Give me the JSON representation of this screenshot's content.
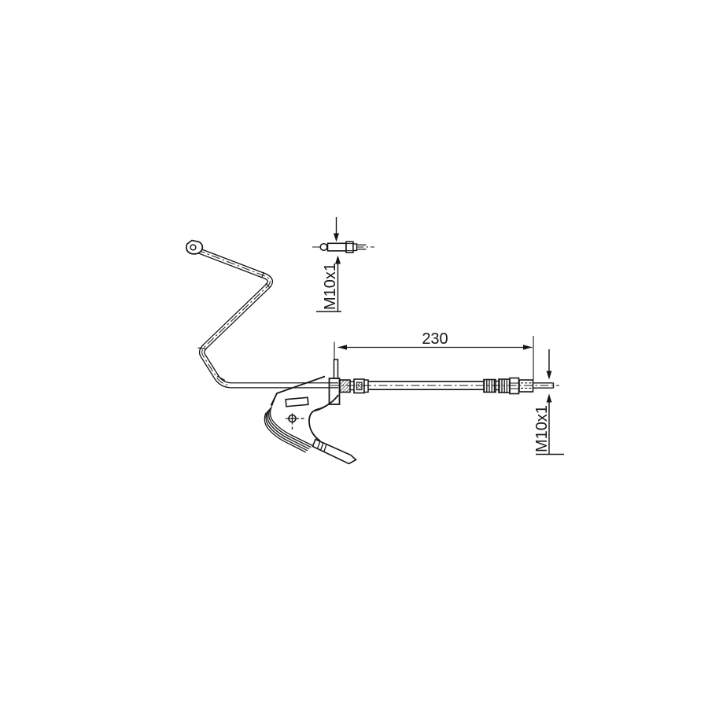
{
  "drawing": {
    "type": "technical-line-drawing",
    "subject": "brake hose assembly with mounting bracket and rigid pipe",
    "labels": {
      "top_fitting_thread": "M10x1",
      "hose_length_mm": "230",
      "right_fitting_thread": "M10x1"
    },
    "colors": {
      "line": "#161616",
      "background": "#ffffff"
    }
  }
}
